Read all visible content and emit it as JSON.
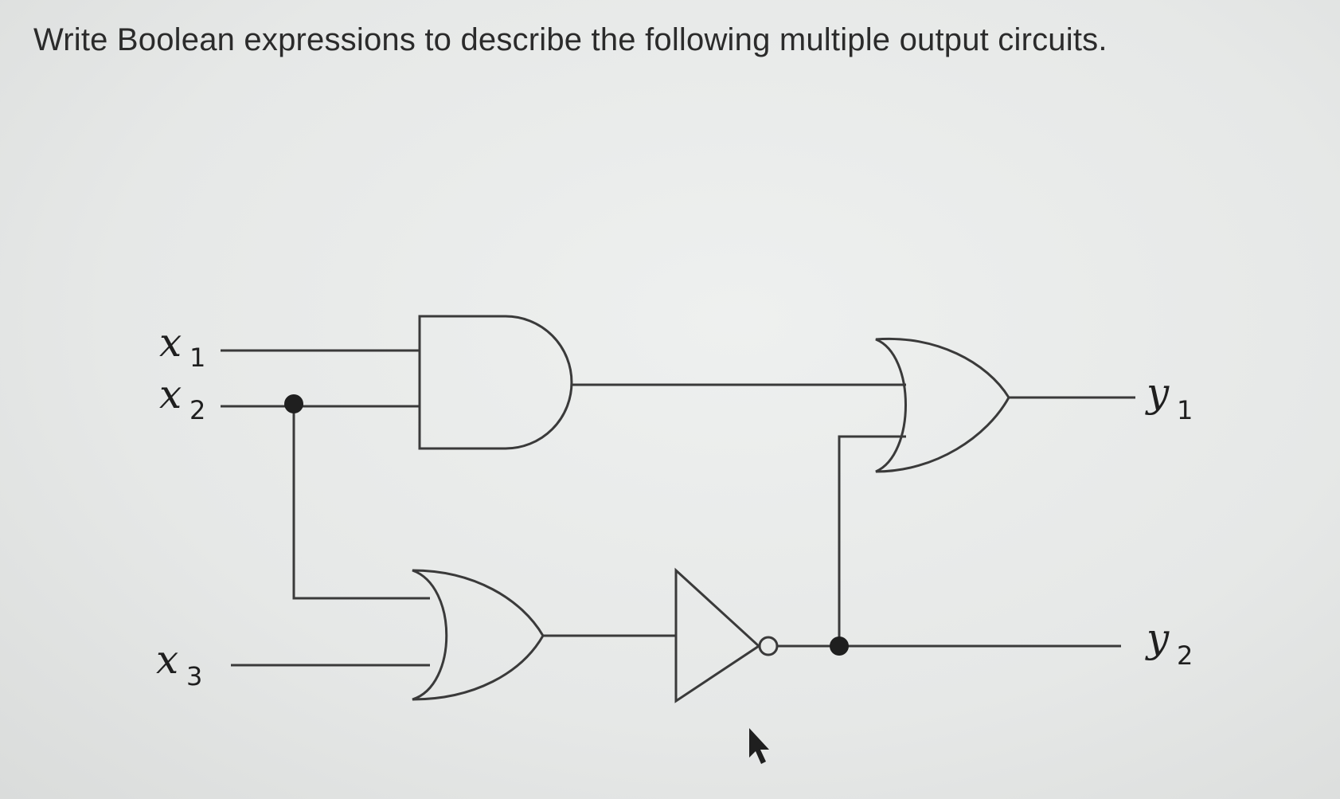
{
  "question": {
    "text": "Write Boolean expressions to describe the following multiple output circuits."
  },
  "circuit": {
    "inputs": [
      {
        "var": "x",
        "sub": "1"
      },
      {
        "var": "x",
        "sub": "2"
      },
      {
        "var": "x",
        "sub": "3"
      }
    ],
    "outputs": [
      {
        "var": "y",
        "sub": "1"
      },
      {
        "var": "y",
        "sub": "2"
      }
    ],
    "gates": [
      "AND",
      "OR",
      "NOT",
      "OR"
    ],
    "colors": {
      "line": "#3a3a3a",
      "text": "#1f1f1f"
    }
  }
}
